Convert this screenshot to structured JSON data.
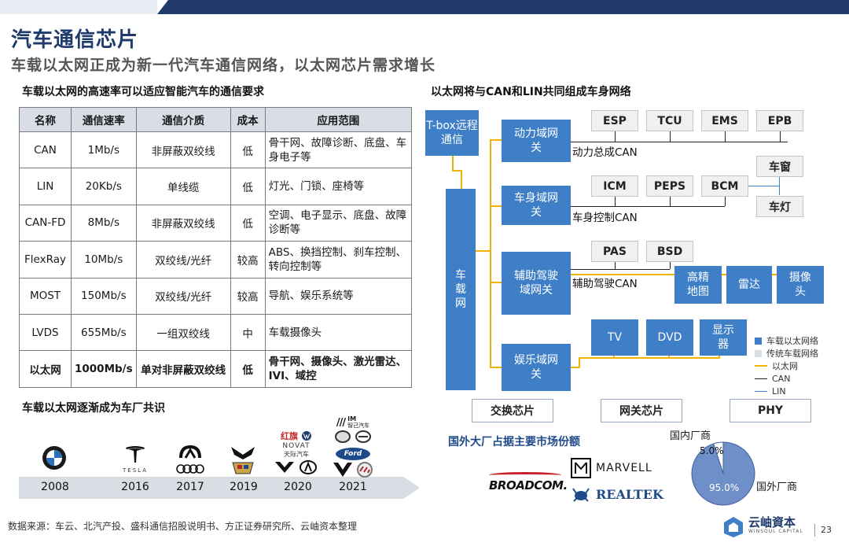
{
  "header": {
    "title": "汽车通信芯片",
    "subtitle": "车载以太网正成为新一代汽车通信网络，以太网芯片需求增长"
  },
  "table": {
    "heading": "车载以太网的高速率可以适应智能汽车的通信要求",
    "columns": [
      "名称",
      "通信速率",
      "通信介质",
      "成本",
      "应用范围"
    ],
    "rows": [
      [
        "CAN",
        "1Mb/s",
        "非屏蔽双绞线",
        "低",
        "骨干网、故障诊断、底盘、车身电子等"
      ],
      [
        "LIN",
        "20Kb/s",
        "单线缆",
        "低",
        "灯光、门锁、座椅等"
      ],
      [
        "CAN-FD",
        "8Mb/s",
        "非屏蔽双绞线",
        "低",
        "空调、电子显示、底盘、故障诊断等"
      ],
      [
        "FlexRay",
        "10Mb/s",
        "双绞线/光纤",
        "较高",
        "ABS、换挡控制、刹车控制、转向控制等"
      ],
      [
        "MOST",
        "150Mb/s",
        "双绞线/光纤",
        "较高",
        "导航、娱乐系统等"
      ],
      [
        "LVDS",
        "655Mb/s",
        "一组双绞线",
        "中",
        "车载摄像头"
      ],
      [
        "以太网",
        "1000Mb/s",
        "单对非屏蔽双绞线",
        "低",
        "骨干网、摄像头、激光雷达、IVI、域控"
      ]
    ]
  },
  "timeline": {
    "heading": "车载以太网逐渐成为车厂共识",
    "years": [
      "2008",
      "2016",
      "2017",
      "2019",
      "2020",
      "2021"
    ],
    "logo_texts": {
      "tesla": "TESLA",
      "hongqi": "红旗",
      "novat": "NOVAT",
      "tianji": "天际汽车",
      "ford": "Ford",
      "im": "IM",
      "im_cn": "智己汽车"
    }
  },
  "network": {
    "heading": "以太网将与CAN和LIN共同组成车身网络",
    "tbox": "T-box远程通信",
    "backbone": "车载网",
    "gateways": [
      "动力域网关",
      "车身域网关",
      "辅助驾驶域网关",
      "娱乐域网关"
    ],
    "power_nodes": [
      "ESP",
      "TCU",
      "EMS",
      "EPB"
    ],
    "power_bus": "动力总成CAN",
    "body_nodes": [
      "ICM",
      "PEPS",
      "BCM"
    ],
    "body_bus": "车身控制CAN",
    "body_lin_nodes": [
      "车窗",
      "车灯"
    ],
    "adas_nodes": [
      "PAS",
      "BSD"
    ],
    "adas_bus": "辅助驾驶CAN",
    "adas_eth_nodes": [
      "高精地图",
      "雷达",
      "摄像头"
    ],
    "ent_nodes": [
      "TV",
      "DVD",
      "显示器"
    ],
    "legend": [
      "车载以太网络",
      "传统车载网络",
      "以太网",
      "CAN",
      "LIN"
    ],
    "chip_labels": [
      "交换芯片",
      "网关芯片",
      "PHY"
    ],
    "colors": {
      "ethernet_block": "#3f7fc8",
      "ethernet_line": "#f2b400",
      "can_line": "#222222",
      "lin_line": "#3f7fc8"
    }
  },
  "market": {
    "heading": "国外大厂占据主要市场份额",
    "brands": [
      "BROADCOM.",
      "MARVELL",
      "REALTEK"
    ],
    "pie_label_domestic": "国内厂商",
    "pie_label_foreign": "国外厂商"
  },
  "chart_data": {
    "type": "pie",
    "categories": [
      "国内厂商",
      "国外厂商"
    ],
    "values": [
      5.0,
      95.0
    ],
    "value_labels": [
      "5.0%",
      "95.0%"
    ],
    "colors": [
      "#ffffff",
      "#6f8fc9"
    ]
  },
  "footer": {
    "source": "数据来源：车云、北汽产投、盛科通信招股说明书、方正证券研究所、云岫资本整理",
    "company": "云岫資本",
    "company_en": "WINSOUL CAPITAL",
    "page": "23"
  }
}
